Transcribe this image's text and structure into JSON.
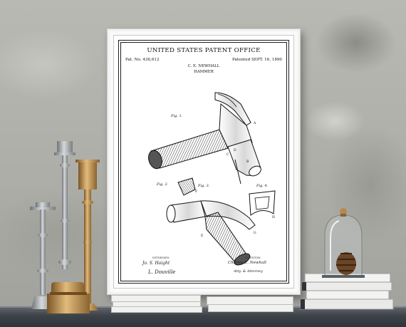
{
  "patent_print": {
    "office": "UNITED STATES PATENT OFFICE",
    "patent_number": "Pat. No. 436,612",
    "patented_date": "Patented SEPT. 16, 1890",
    "inventor": "C. E. NEWHALL",
    "title": "HAMMER",
    "figure_labels": [
      "Fig. 1.",
      "Fig. 2.",
      "Fig. 3.",
      "Fig. 4."
    ],
    "ref_letters": [
      "A",
      "B",
      "C",
      "D",
      "E",
      "F",
      "G",
      "H"
    ],
    "witnesses_label": "WITNESSES:",
    "inventor_label": "INVENTOR:",
    "signature_witness_1": "Jo. S. Haight",
    "signature_witness_2": "L. Douville",
    "signature_inventor": "Charles E. Newhall",
    "signature_attorney": "Atty. & Attorney"
  },
  "colors": {
    "wall": "#b3b3ae",
    "frame": "#fafafa",
    "ink": "#1d1d1d",
    "brass": "#b58a4c",
    "pewter": "#9ea1a5",
    "shelf": "#3e434a"
  },
  "icons": [
    "candlestick-silver",
    "candlestick-brass",
    "glass-cloche",
    "pinecone",
    "brass-box"
  ]
}
